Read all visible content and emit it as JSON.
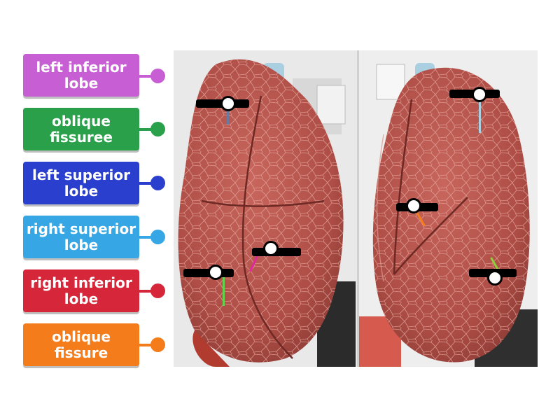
{
  "labels": [
    {
      "text": "left inferior lobe",
      "color": "#c75ed4"
    },
    {
      "text": "oblique fissuree",
      "color": "#2aa04a"
    },
    {
      "text": "left superior lobe",
      "color": "#2b3fce"
    },
    {
      "text": "right superior lobe",
      "color": "#36a6e5"
    },
    {
      "text": "right inferior lobe",
      "color": "#d6263a"
    },
    {
      "text": "oblique fissure",
      "color": "#f57c1a"
    }
  ],
  "colors": {
    "lung": "#b4524a",
    "lung_dark": "#8e3b35",
    "background": "#ececec",
    "marker": "#ffffff"
  }
}
